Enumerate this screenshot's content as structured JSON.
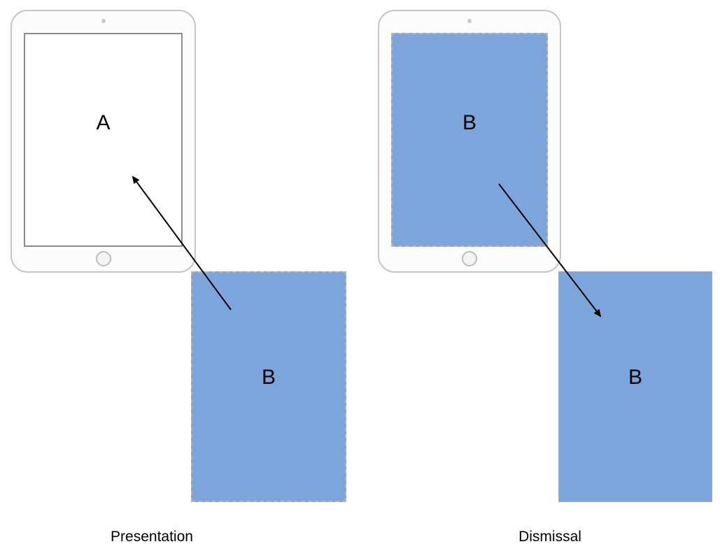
{
  "diagram": {
    "left": {
      "screen_label": "A",
      "modal_label": "B",
      "caption": "Presentation"
    },
    "right": {
      "screen_label": "B",
      "modal_label": "B",
      "caption": "Dismissal"
    },
    "colors": {
      "modal_blue": "#7ca6db",
      "device_border": "#c6c6c6",
      "screen_border": "#8c8c8c",
      "dashed_border": "#b5b5b5",
      "arrow": "#000000"
    }
  }
}
